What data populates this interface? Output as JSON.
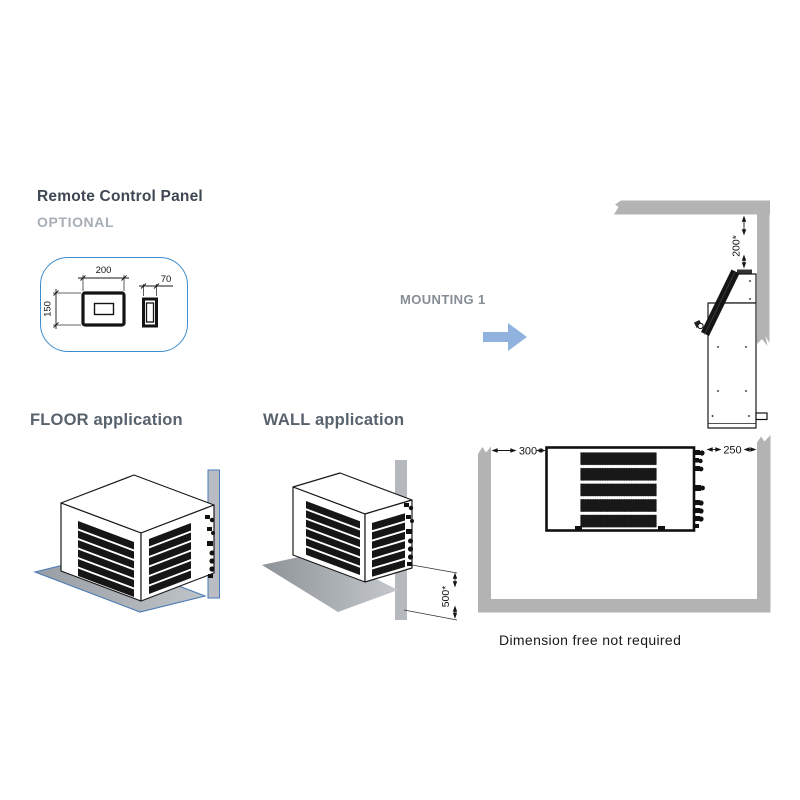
{
  "remote_panel": {
    "title": "Remote Control Panel",
    "subtitle": "OPTIONAL",
    "dim_width": "200",
    "dim_height": "150",
    "dim_depth": "70"
  },
  "mounting1": {
    "label": "MOUNTING 1",
    "top_clearance": "200*",
    "left_clearance": "300",
    "right_clearance": "250",
    "note": "Dimension free not required"
  },
  "floor_application": {
    "title": "FLOOR application"
  },
  "wall_application": {
    "title": "WALL application",
    "floor_clearance": "500*"
  },
  "colors": {
    "accent_blue": "#3f8ccc",
    "arrow_blue": "#8fb3de",
    "wall_gray": "#b3b3b3",
    "heading_dark": "#3e4753",
    "heading_muted": "#a7aeb5",
    "label_gray": "#858d96",
    "subheading_gray": "#58626d",
    "line_black": "#151515"
  }
}
